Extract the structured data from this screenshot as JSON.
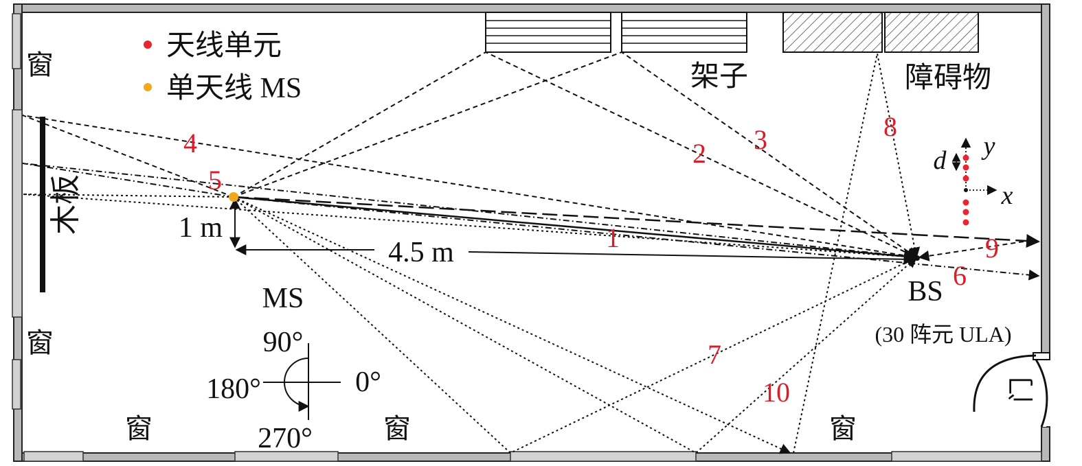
{
  "legend": {
    "antenna_element": "天线单元",
    "single_antenna_ms": "单天线 MS",
    "antenna_color": "#e8262f",
    "ms_color": "#f0a81d"
  },
  "room": {
    "window_label": "窗",
    "shelf_label": "架子",
    "obstacle_label": "障碍物",
    "board_label": "木板",
    "door_label": "门"
  },
  "ms": {
    "label": "MS"
  },
  "bs": {
    "label": "BS",
    "sublabel": "(30  阵元 ULA)"
  },
  "dimensions": {
    "vertical": "1 m",
    "horizontal": "4.5 m"
  },
  "angles": {
    "a0": "0°",
    "a90": "90°",
    "a180": "180°",
    "a270": "270°"
  },
  "axes": {
    "x": "x",
    "y": "y",
    "d": "d"
  },
  "paths": [
    "1",
    "2",
    "3",
    "4",
    "5",
    "6",
    "7",
    "8",
    "9",
    "10"
  ]
}
